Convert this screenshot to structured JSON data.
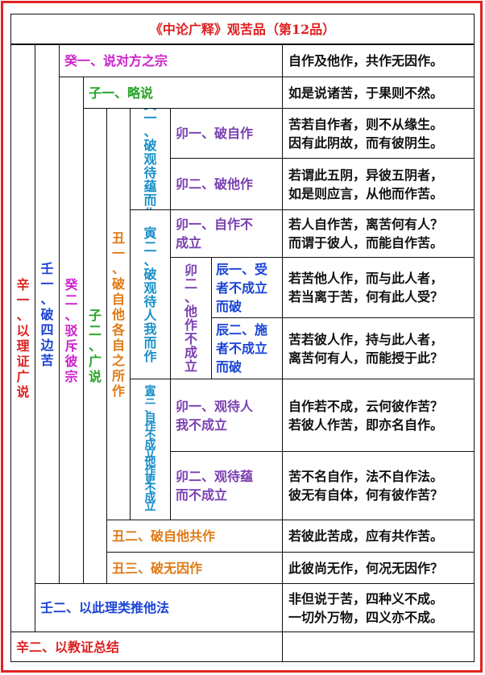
{
  "title": "《中论广释》观苦品（第12品）",
  "outline": {
    "xin1": "辛\n一\n、\n以\n理\n证\n广\n说",
    "ren1": "壬\n一\n、\n破\n四\n边\n苦",
    "gui2": "癸\n二\n、\n驳\n斥\n彼\n宗",
    "zi2": "子\n二\n、\n广\n说",
    "chou1": "丑\n一\n、\n破\n自\n他\n各\n自\n之\n所\n作",
    "yin1": "寅\n一\n、\n破\n观\n待\n蕴\n而\n作",
    "yin2": "寅\n二\n、\n破\n观\n待\n人\n我\n而\n作",
    "yin3": "寅\n三\n、\n自\n作\n不\n成\n立\n他\n作\n更\n不\n成\n立",
    "mao2_yin2": "卯\n二\n、\n他\n作\n不\n成\n立",
    "gui1": "癸一、说对方之宗",
    "zi1": "子一、略说",
    "mao1_yin1": "卯一、破自作",
    "mao2_yin1": "卯二、破他作",
    "mao1_yin2": "卯一、自作不\n成立",
    "chen1": "辰一、受\n者不成立\n而破",
    "chen2": "辰二、施\n者不成立\n而破",
    "mao1_yin3": "卯一、观待人\n我不成立",
    "mao2_yin3": "卯二、观待蕴\n而不成立",
    "chou2": "丑二、破自他共作",
    "chou3": "丑三、破无因作",
    "ren2": "壬二、以此理类推他法",
    "xin2": "辛二、以教证总结"
  },
  "verses": {
    "v_gui1": "自作及他作，共作无因作。",
    "v_zi1": "如是说诸苦，于果则不然。",
    "v_mao1_yin1": "苦若自作者，则不从缘生。\n因有此阴故，而有彼阴生。",
    "v_mao2_yin1": "若谓此五阴，异彼五阴者，\n如是则应言，从他而作苦。",
    "v_mao1_yin2": "若人自作苦，离苦何有人？\n而谓于彼人，而能自作苦。",
    "v_chen1": "若苦他人作，而与此人者，\n若当离于苦，何有此人受？",
    "v_chen2": "苦若彼人作，持与此人者，\n离苦何有人，而能授于此？",
    "v_mao1_yin3": "自作若不成，云何彼作苦？\n若彼人作苦，即亦名自作。",
    "v_mao2_yin3": "苦不名自作，法不自作法。\n彼无有自体，何有彼作苦？",
    "v_chou2": "若彼此苦成，应有共作苦。",
    "v_chou3": "此彼尚无作，何况无因作？",
    "v_ren2": "非但说于苦，四种义不成。\n一切外万物，四义亦不成。",
    "v_xin2": ""
  },
  "colors": {
    "border_outer": "#e02222",
    "xin": "#dd1f1f",
    "ren": "#1a44d6",
    "gui": "#cc22cc",
    "zi": "#25a325",
    "chou": "#e07a16",
    "yin": "#1a8fc8",
    "mao": "#7a3fb0",
    "chen": "#1a44d6"
  }
}
